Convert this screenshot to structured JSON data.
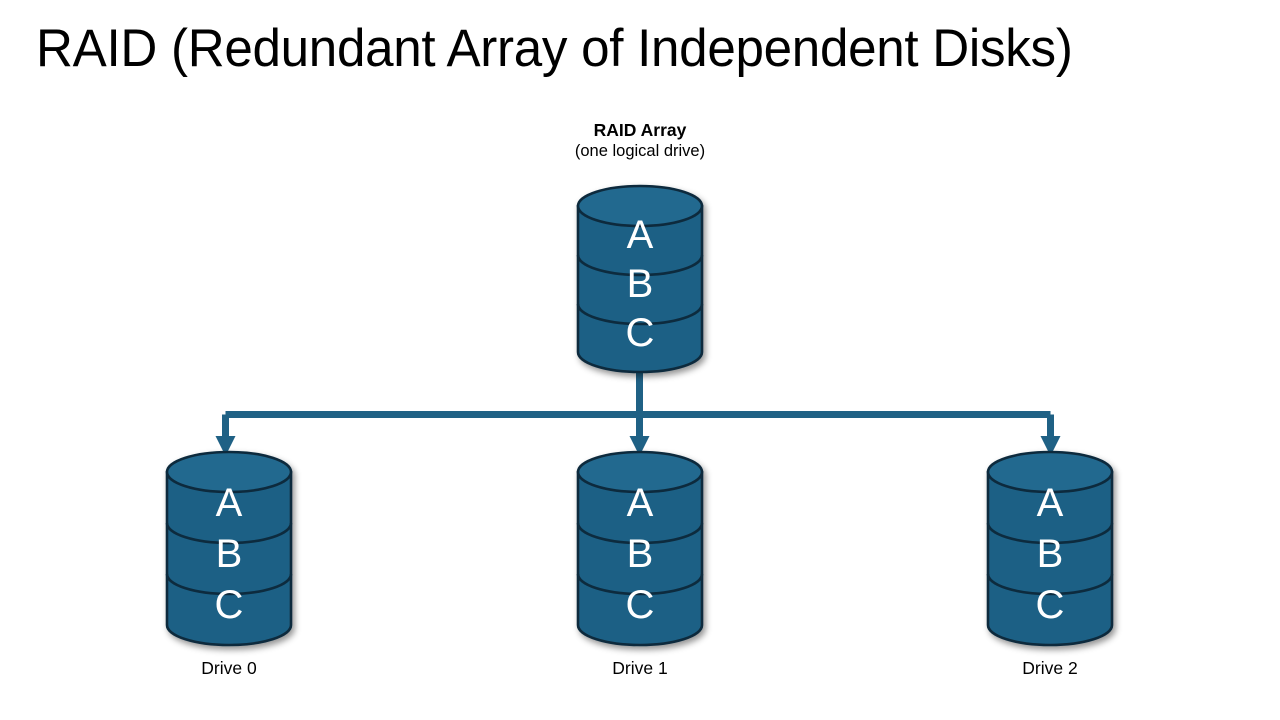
{
  "page": {
    "title": "RAID (Redundant Array of Independent Disks)",
    "background_color": "#ffffff"
  },
  "colors": {
    "disk_fill": "#1F6185",
    "disk_fill_light": "#24698F",
    "disk_outline": "#0D2B3E",
    "connector": "#1F6185",
    "letter": "#FFFFFF",
    "text": "#000000"
  },
  "array": {
    "caption_title": "RAID Array",
    "caption_subtitle": "(one logical drive)",
    "segments": [
      "A",
      "B",
      "C"
    ]
  },
  "drives": [
    {
      "label": "Drive 0",
      "segments": [
        "A",
        "B",
        "C"
      ]
    },
    {
      "label": "Drive 1",
      "segments": [
        "A",
        "B",
        "C"
      ]
    },
    {
      "label": "Drive 2",
      "segments": [
        "A",
        "B",
        "C"
      ]
    }
  ],
  "connectors": {
    "description": "one-to-many fan-out from RAID array to three drives",
    "arrow_count": 3
  }
}
